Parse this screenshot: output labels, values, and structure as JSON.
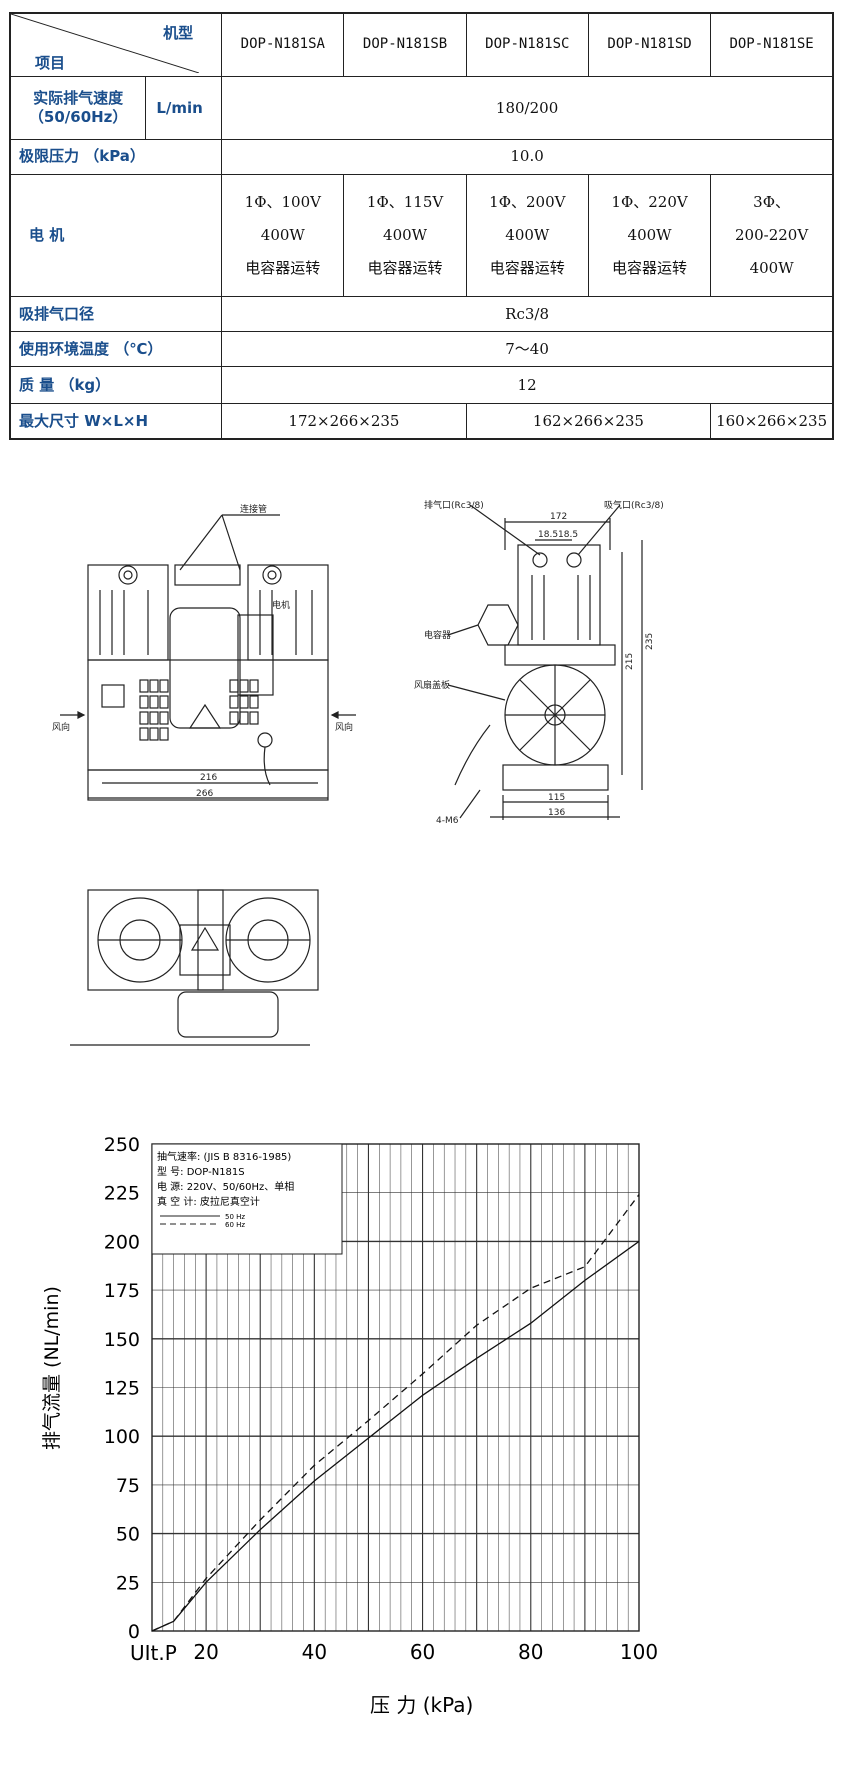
{
  "table": {
    "header_model": "机型",
    "header_item": "项目",
    "models": [
      "DOP-N181SA",
      "DOP-N181SB",
      "DOP-N181SC",
      "DOP-N181SD",
      "DOP-N181SE"
    ],
    "rows": {
      "speed": {
        "label1": "实际排气速度",
        "label2": "（50/60Hz）",
        "unit": "L/min",
        "value": "180/200"
      },
      "ultimate": {
        "label": "极限压力 （kPa）",
        "value": "10.0"
      },
      "motor": {
        "label": "电 机",
        "cells": [
          [
            "1Φ、100V",
            "400W",
            "电容器运转"
          ],
          [
            "1Φ、115V",
            "400W",
            "电容器运转"
          ],
          [
            "1Φ、200V",
            "400W",
            "电容器运转"
          ],
          [
            "1Φ、220V",
            "400W",
            "电容器运转"
          ],
          [
            "3Φ、",
            "200-220V",
            "400W"
          ]
        ]
      },
      "port": {
        "label": "吸排气口径",
        "value": "Rc3/8"
      },
      "temp": {
        "label": "使用环境温度 （℃）",
        "value": "7～40"
      },
      "mass": {
        "label": "质 量 （kg）",
        "value": "12"
      },
      "size": {
        "label": "最大尺寸 W×L×H",
        "values": [
          "172×266×235",
          "162×266×235",
          "160×266×235"
        ]
      }
    }
  },
  "drawing": {
    "connector_pipe": "连接管",
    "motor_label": "电机",
    "wind_dir": "风向",
    "dim_216": "216",
    "dim_266": "266",
    "exhaust_port": "排气口(Rc3/8)",
    "intake_port": "吸气口(Rc3/8)",
    "dim_172": "172",
    "dim_18_5a": "18.5",
    "dim_18_5b": "18.5",
    "capacitor": "电容器",
    "fan_cover": "风扇盖板",
    "dim_215": "215",
    "dim_235": "235",
    "dim_115": "115",
    "dim_136": "136",
    "bolt": "4-M6"
  },
  "chart_data": {
    "type": "line",
    "ylabel": "排气流量 (NL/min)",
    "xlabel": "压 力 (kPa)",
    "x_origin_label": "UIt.P",
    "xticks": [
      20,
      40,
      60,
      80,
      100
    ],
    "yticks": [
      0,
      25,
      50,
      75,
      100,
      125,
      150,
      175,
      200,
      225,
      250
    ],
    "xlim": [
      10,
      100
    ],
    "ylim": [
      0,
      250
    ],
    "legend_box": {
      "line1": "抽气速率: (JIS B 8316-1985)",
      "line2": "型 号: DOP-N181S",
      "line3": "电 源: 220V、50/60Hz、单相",
      "line4": "真 空 计: 皮拉尼真空计"
    },
    "series": [
      {
        "name": "50 Hz",
        "x": [
          10,
          14,
          20,
          30,
          40,
          50,
          60,
          70,
          80,
          90,
          100
        ],
        "y": [
          0,
          5,
          25,
          52,
          77,
          99,
          121,
          140,
          158,
          180,
          200
        ]
      },
      {
        "name": "60 Hz",
        "x": [
          10,
          14,
          20,
          30,
          40,
          50,
          60,
          70,
          80,
          90,
          100
        ],
        "y": [
          0,
          5,
          27,
          57,
          85,
          108,
          132,
          157,
          176,
          187,
          224
        ]
      }
    ]
  }
}
